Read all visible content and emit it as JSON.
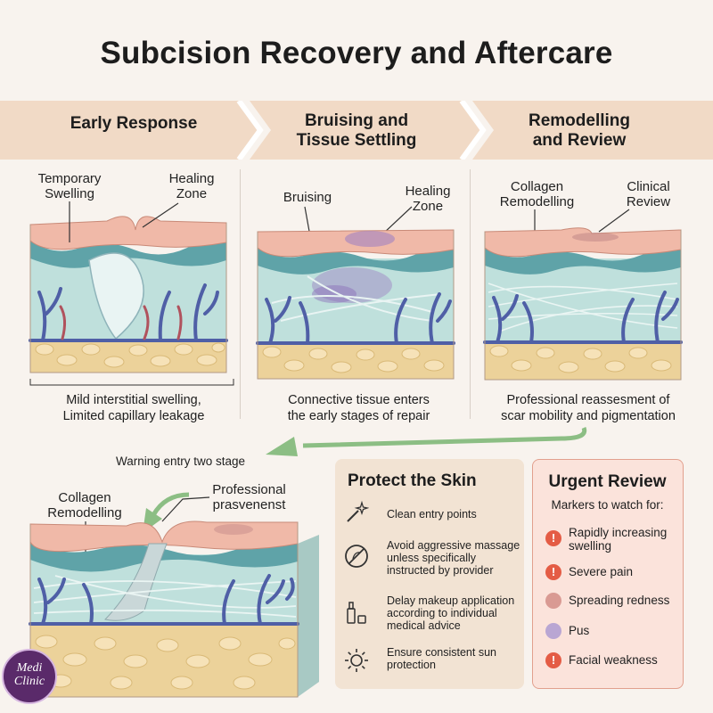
{
  "title": "Subcision Recovery and Aftercare",
  "colors": {
    "banner": "#f1dac6",
    "epidermis": "#f0b9a8",
    "dermis": "#a9d3d8",
    "fat": "#ecd29a",
    "vessel": "#4f5fa6",
    "bruise": "#9b7ec2",
    "arrow": "#8cbe84",
    "alert": "#e45c45"
  },
  "stages": [
    {
      "heading": "Early Response",
      "labels": [
        "Temporary\nSwelling",
        "Healing\nZone"
      ],
      "caption": "Mild interstitial swelling,\nLimited capillary leakage"
    },
    {
      "heading": "Bruising and\nTissue Settling",
      "labels": [
        "Bruising",
        "Healing\nZone"
      ],
      "caption": "Connective tissue enters\nthe early stages of repair"
    },
    {
      "heading": "Remodelling\nand Review",
      "labels": [
        "Collagen\nRemodelling",
        "Clinical\nReview"
      ],
      "caption": "Professional reassesment of\nscar mobility and pigmentation"
    }
  ],
  "warning_label": "Warning entry two stage",
  "bottom_diagram": {
    "labels": [
      "Collagen\nRemodelling",
      "Professional\nprasvenenst"
    ]
  },
  "protect": {
    "heading": "Protect the Skin",
    "items": [
      {
        "icon": "sparkle-icon",
        "text": "Clean entry points"
      },
      {
        "icon": "no-massage-icon",
        "text": "Avoid aggressive massage\nunless specifically\ninstructed by provider"
      },
      {
        "icon": "makeup-icon",
        "text": "Delay makeup application\naccording to individual\nmedical advice"
      },
      {
        "icon": "sun-icon",
        "text": "Ensure consistent sun\nprotection"
      }
    ]
  },
  "urgent": {
    "heading": "Urgent Review",
    "subheading": "Markers to watch for:",
    "items": [
      {
        "text": "Rapidly increasing\nswelling",
        "color": "#e45c45",
        "mark": "!"
      },
      {
        "text": "Severe pain",
        "color": "#e45c45",
        "mark": "!"
      },
      {
        "text": "Spreading redness",
        "color": "#d99a93",
        "mark": ""
      },
      {
        "text": "Pus",
        "color": "#b9a6d3",
        "mark": ""
      },
      {
        "text": "Facial weakness",
        "color": "#e45c45",
        "mark": "!"
      }
    ]
  },
  "logo": "Medi\nClinic"
}
